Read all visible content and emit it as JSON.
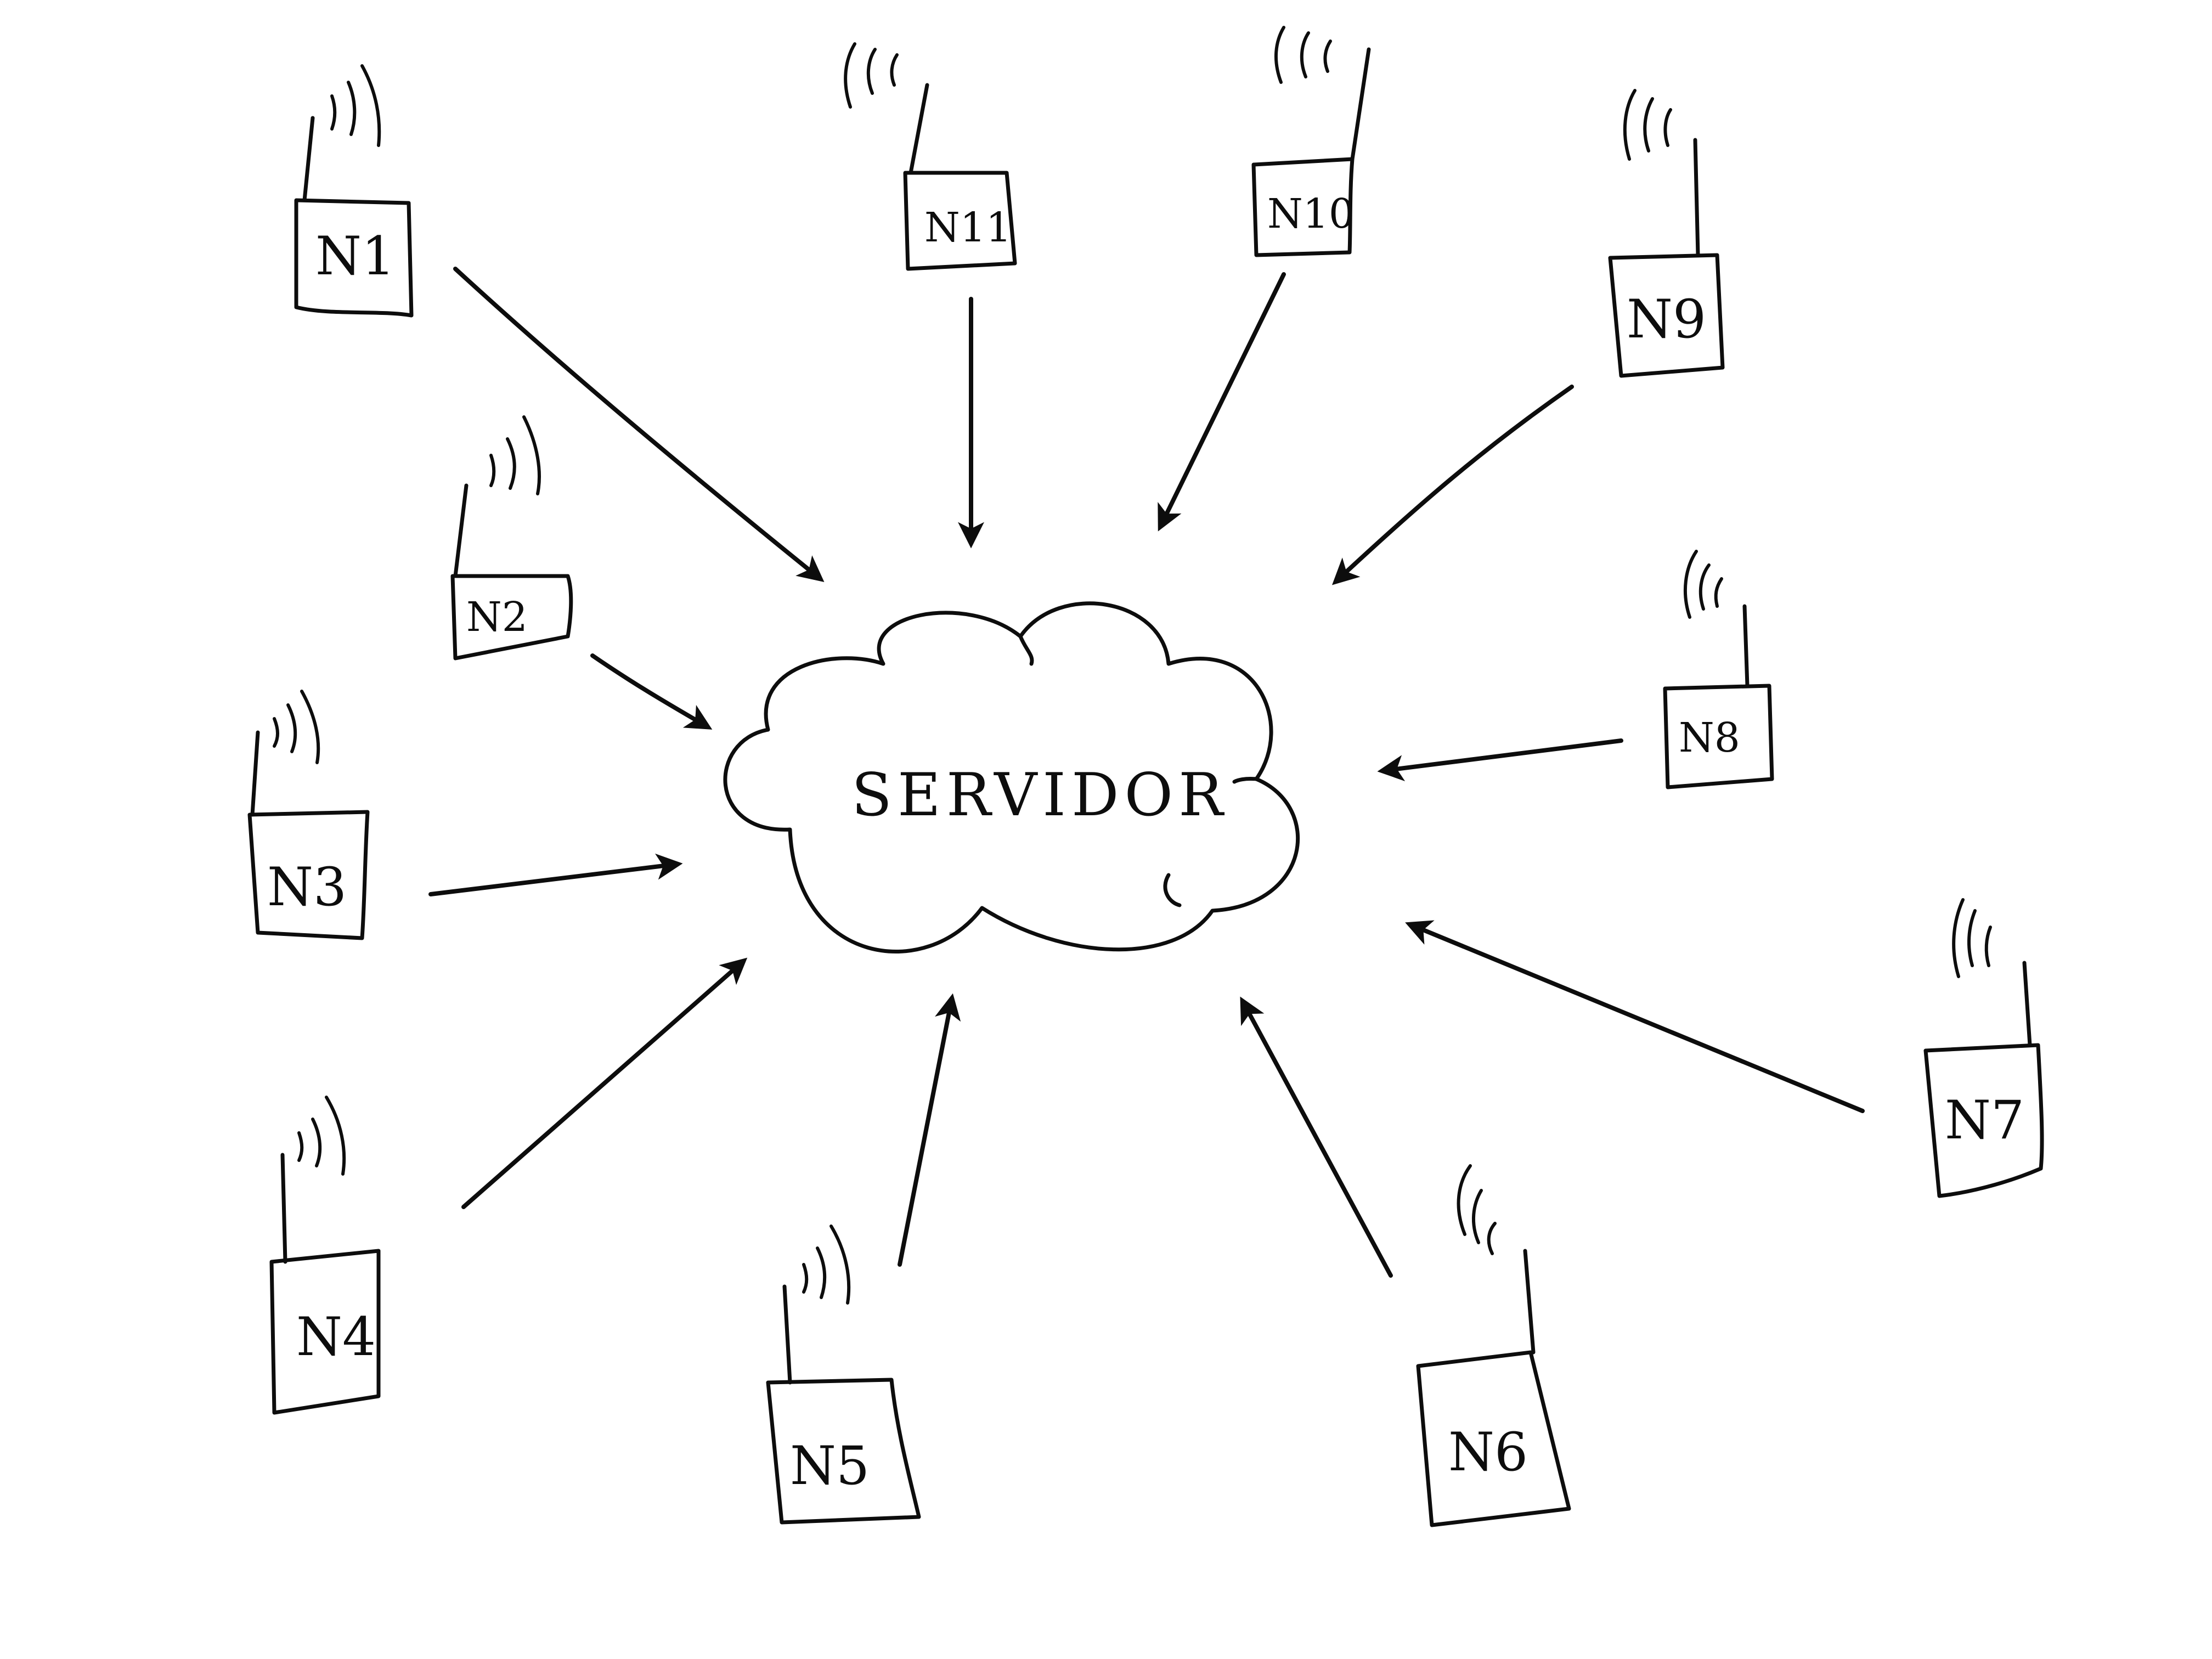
{
  "server": {
    "label": "SERVIDOR"
  },
  "nodes": [
    {
      "id": "n1",
      "label": "N1"
    },
    {
      "id": "n2",
      "label": "N2"
    },
    {
      "id": "n3",
      "label": "N3"
    },
    {
      "id": "n4",
      "label": "N4"
    },
    {
      "id": "n5",
      "label": "N5"
    },
    {
      "id": "n6",
      "label": "N6"
    },
    {
      "id": "n7",
      "label": "N7"
    },
    {
      "id": "n8",
      "label": "N8"
    },
    {
      "id": "n9",
      "label": "N9"
    },
    {
      "id": "n10",
      "label": "N10"
    },
    {
      "id": "n11",
      "label": "N11"
    }
  ],
  "edges": [
    {
      "from": "N1",
      "to": "SERVIDOR"
    },
    {
      "from": "N2",
      "to": "SERVIDOR"
    },
    {
      "from": "N3",
      "to": "SERVIDOR"
    },
    {
      "from": "N4",
      "to": "SERVIDOR"
    },
    {
      "from": "N5",
      "to": "SERVIDOR"
    },
    {
      "from": "N6",
      "to": "SERVIDOR"
    },
    {
      "from": "N7",
      "to": "SERVIDOR"
    },
    {
      "from": "N8",
      "to": "SERVIDOR"
    },
    {
      "from": "N9",
      "to": "SERVIDOR"
    },
    {
      "from": "N10",
      "to": "SERVIDOR"
    },
    {
      "from": "N11",
      "to": "SERVIDOR"
    }
  ],
  "node_icon": "antenna-icon"
}
